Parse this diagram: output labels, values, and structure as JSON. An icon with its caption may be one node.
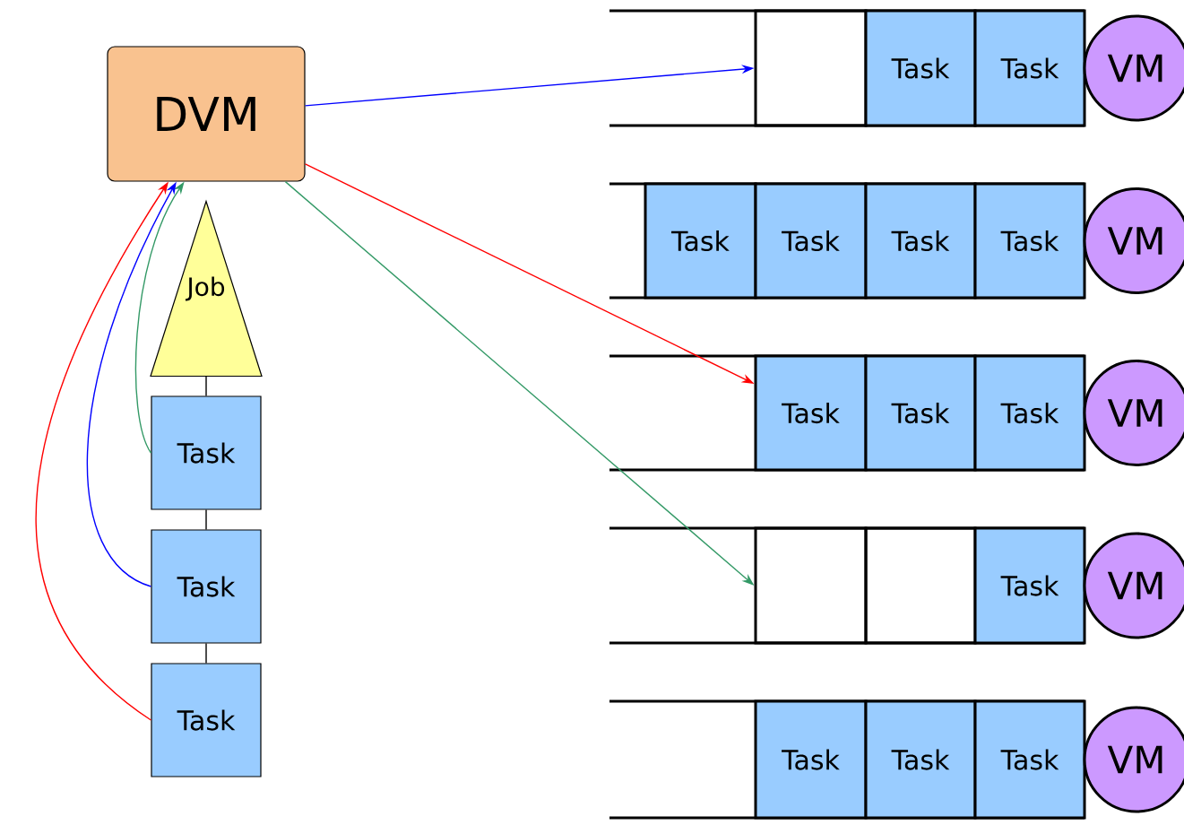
{
  "diagram": {
    "nodes": [
      {
        "text": [
          "DVM"
        ]
      },
      {
        "text": [
          "Job"
        ]
      },
      {
        "text": [
          "Task"
        ]
      },
      {
        "text": [
          "Task"
        ]
      },
      {
        "text": [
          "Task"
        ]
      },
      {
        "text": [],
        "shape": "box"
      },
      {
        "text": [
          "Task"
        ]
      },
      {
        "text": [
          "Task"
        ]
      },
      {
        "text": [
          "VM"
        ]
      },
      {
        "text": [
          "Task"
        ]
      },
      {
        "text": [
          "Task"
        ]
      },
      {
        "text": [
          "Task"
        ]
      },
      {
        "text": [
          "Task"
        ]
      },
      {
        "text": [
          "VM"
        ]
      },
      {
        "text": [
          "Task"
        ]
      },
      {
        "text": [
          "Task"
        ]
      },
      {
        "text": [
          "Task"
        ]
      },
      {
        "text": [
          "VM"
        ]
      },
      {
        "text": [],
        "shape": "box"
      },
      {
        "text": [],
        "shape": "box"
      },
      {
        "text": [
          "Task"
        ]
      },
      {
        "text": [
          "VM"
        ]
      },
      {
        "text": [
          "Task"
        ]
      },
      {
        "text": [
          "Task"
        ]
      },
      {
        "text": [
          "Task"
        ]
      },
      {
        "text": [
          "VM"
        ]
      }
    ],
    "edges": [
      {
        "from": 1,
        "to": 2,
        "arrow": "none"
      },
      {
        "from": 2,
        "to": 3,
        "arrow": "none"
      },
      {
        "from": 3,
        "to": 4,
        "arrow": "none"
      },
      {
        "from": 2,
        "to": 0,
        "arrow": "to",
        "color": "#339966"
      },
      {
        "from": 3,
        "to": 0,
        "arrow": "to",
        "color": "#0000ff"
      },
      {
        "from": 4,
        "to": 0,
        "arrow": "to",
        "color": "#ff0000"
      },
      {
        "from": 0,
        "to": 5,
        "arrow": "to",
        "color": "#0000ff"
      },
      {
        "from": 0,
        "to": 14,
        "arrow": "to",
        "color": "#ff0000"
      },
      {
        "from": 0,
        "to": 18,
        "arrow": "to",
        "color": "#339966"
      }
    ]
  }
}
